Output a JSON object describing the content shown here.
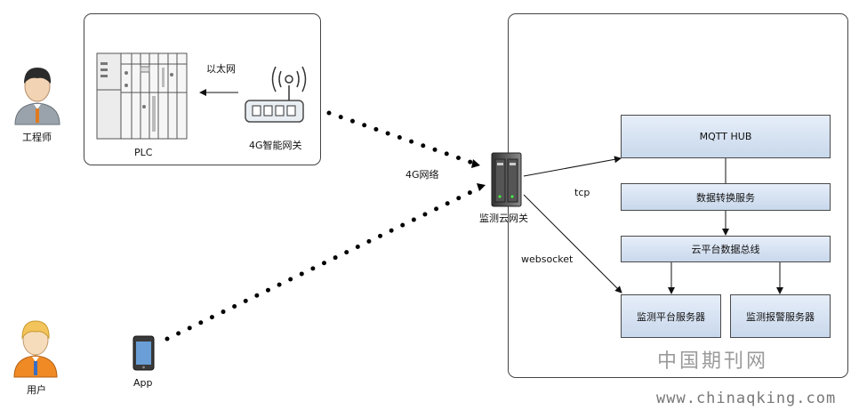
{
  "nodes": {
    "engineer": "工程师",
    "user": "用户",
    "plc": "PLC",
    "gateway_4g": "4G智能网关",
    "ethernet": "以太网",
    "network_4g": "4G网络",
    "monitor_gateway": "监测云网关",
    "app": "App",
    "tcp": "tcp",
    "websocket": "websocket"
  },
  "cloud": {
    "mqtt_hub": "MQTT HUB",
    "data_convert": "数据转换服务",
    "cloud_bus": "云平台数据总线",
    "monitor_server": "监测平台服务器",
    "alarm_server": "监测报警服务器"
  },
  "watermark": {
    "cn": "中国期刊网",
    "url": "www.chinaqking.com"
  },
  "colors": {
    "box_top": "#e6eef9",
    "box_bottom": "#c9d8ec",
    "engineer_shirt": "#9aa3ac",
    "user_shirt": "#f08a24"
  }
}
